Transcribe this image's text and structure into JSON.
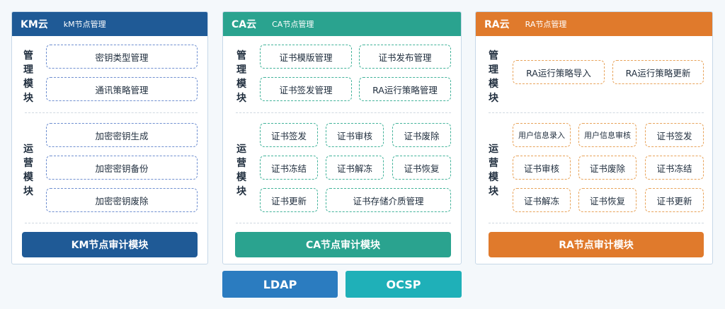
{
  "colors": {
    "km": "#1f5a96",
    "ca": "#2aa38f",
    "ra": "#e07a2c",
    "ldap": "#2b7cc0",
    "ocsp": "#1fb0b8"
  },
  "km": {
    "title": "KM云",
    "subtitle": "kM节点管理",
    "mgmt_label": "管理模块",
    "ops_label": "运营模块",
    "mgmt_items": [
      "密钥类型管理",
      "通讯策略管理"
    ],
    "ops_items": [
      "加密密钥生成",
      "加密密钥备份",
      "加密密钥废除"
    ],
    "audit": "KM节点审计模块"
  },
  "ca": {
    "title": "CA云",
    "subtitle": "CA节点管理",
    "mgmt_label": "管理模块",
    "ops_label": "运营模块",
    "mgmt_items": [
      "证书模版管理",
      "证书发布管理",
      "证书签发管理",
      "RA运行策略管理"
    ],
    "ops_items": [
      "证书签发",
      "证书审核",
      "证书废除",
      "证书冻结",
      "证书解冻",
      "证书恢复",
      "证书更新",
      "证书存储介质管理"
    ],
    "audit": "CA节点审计模块"
  },
  "ra": {
    "title": "RA云",
    "subtitle": "RA节点管理",
    "mgmt_label": "管理模块",
    "ops_label": "运营模块",
    "mgmt_items": [
      "RA运行策略导入",
      "RA运行策略更新"
    ],
    "ops_items": [
      "用户信息录入",
      "用户信息审核",
      "证书签发",
      "证书审核",
      "证书废除",
      "证书冻结",
      "证书解冻",
      "证书恢复",
      "证书更新"
    ],
    "audit": "RA节点审计模块"
  },
  "bottom": {
    "ldap": "LDAP",
    "ocsp": "OCSP"
  }
}
